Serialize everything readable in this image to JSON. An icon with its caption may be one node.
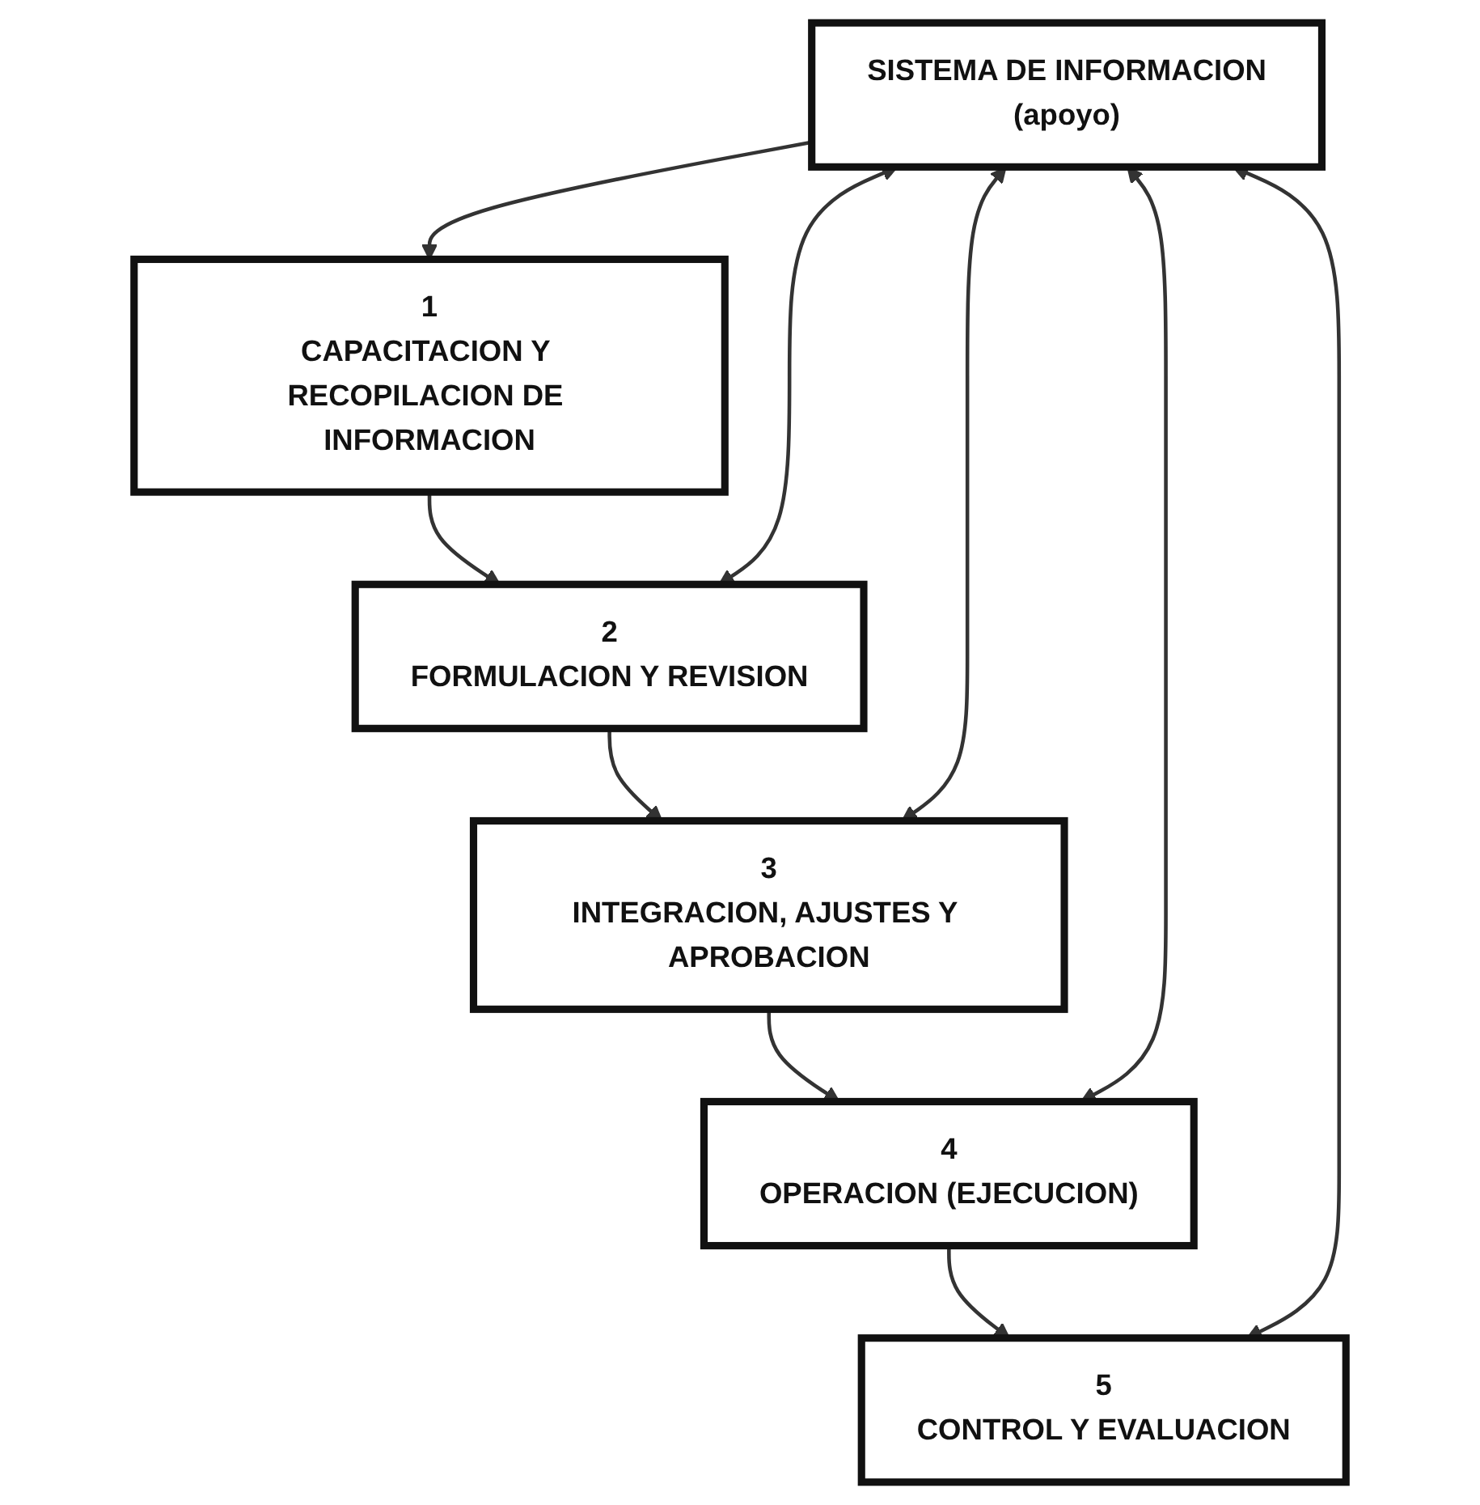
{
  "diagram": {
    "nodes": [
      {
        "text": [
          "SISTEMA DE INFORMACION",
          "(apoyo)"
        ]
      },
      {
        "text": [
          "1",
          "CAPACITACION Y RECOPILACION DE INFORMACION"
        ]
      },
      {
        "text": [
          "2",
          "FORMULACION Y REVISION"
        ]
      },
      {
        "text": [
          "3",
          "INTEGRACION, AJUSTES Y APROBACION"
        ]
      },
      {
        "text": [
          "4",
          "OPERACION (EJECUCION)"
        ]
      },
      {
        "text": [
          "5",
          "CONTROL Y EVALUACION"
        ]
      }
    ],
    "edges": [
      {
        "from": 0,
        "to": 1,
        "arrow": "to"
      },
      {
        "from": 1,
        "to": 2,
        "arrow": "to"
      },
      {
        "from": 0,
        "to": 2,
        "arrow": "both"
      },
      {
        "from": 2,
        "to": 3,
        "arrow": "to"
      },
      {
        "from": 0,
        "to": 3,
        "arrow": "both"
      },
      {
        "from": 3,
        "to": 4,
        "arrow": "to"
      },
      {
        "from": 0,
        "to": 4,
        "arrow": "both"
      },
      {
        "from": 4,
        "to": 5,
        "arrow": "to"
      },
      {
        "from": 0,
        "to": 5,
        "arrow": "both"
      }
    ]
  }
}
